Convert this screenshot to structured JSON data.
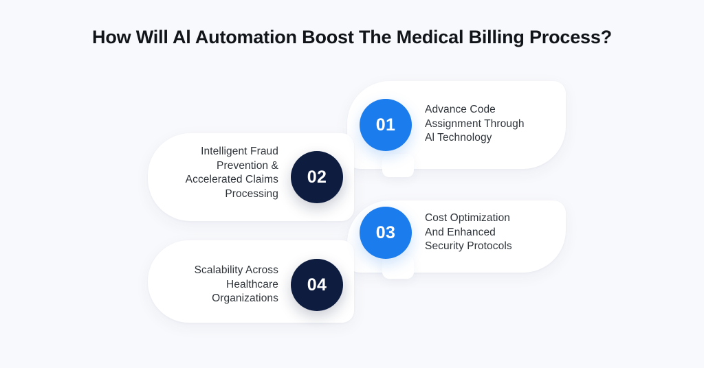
{
  "title": "How Will Al Automation Boost The Medical Billing Process?",
  "colors": {
    "background": "#f8f9fc",
    "card": "#ffffff",
    "accent_blue": "#1b7ced",
    "accent_navy": "#0d1c3f",
    "title_text": "#111418",
    "body_text": "#2d3339"
  },
  "items": [
    {
      "number": "01",
      "badge_color": "blue",
      "side": "right",
      "text": "Advance Code\nAssignment Through\nAl Technology"
    },
    {
      "number": "02",
      "badge_color": "navy",
      "side": "left",
      "text": "Intelligent Fraud\nPrevention &\nAccelerated Claims\nProcessing"
    },
    {
      "number": "03",
      "badge_color": "blue",
      "side": "right",
      "text": "Cost Optimization\nAnd Enhanced\nSecurity Protocols"
    },
    {
      "number": "04",
      "badge_color": "navy",
      "side": "left",
      "text": "Scalability Across\nHealthcare\nOrganizations"
    }
  ]
}
